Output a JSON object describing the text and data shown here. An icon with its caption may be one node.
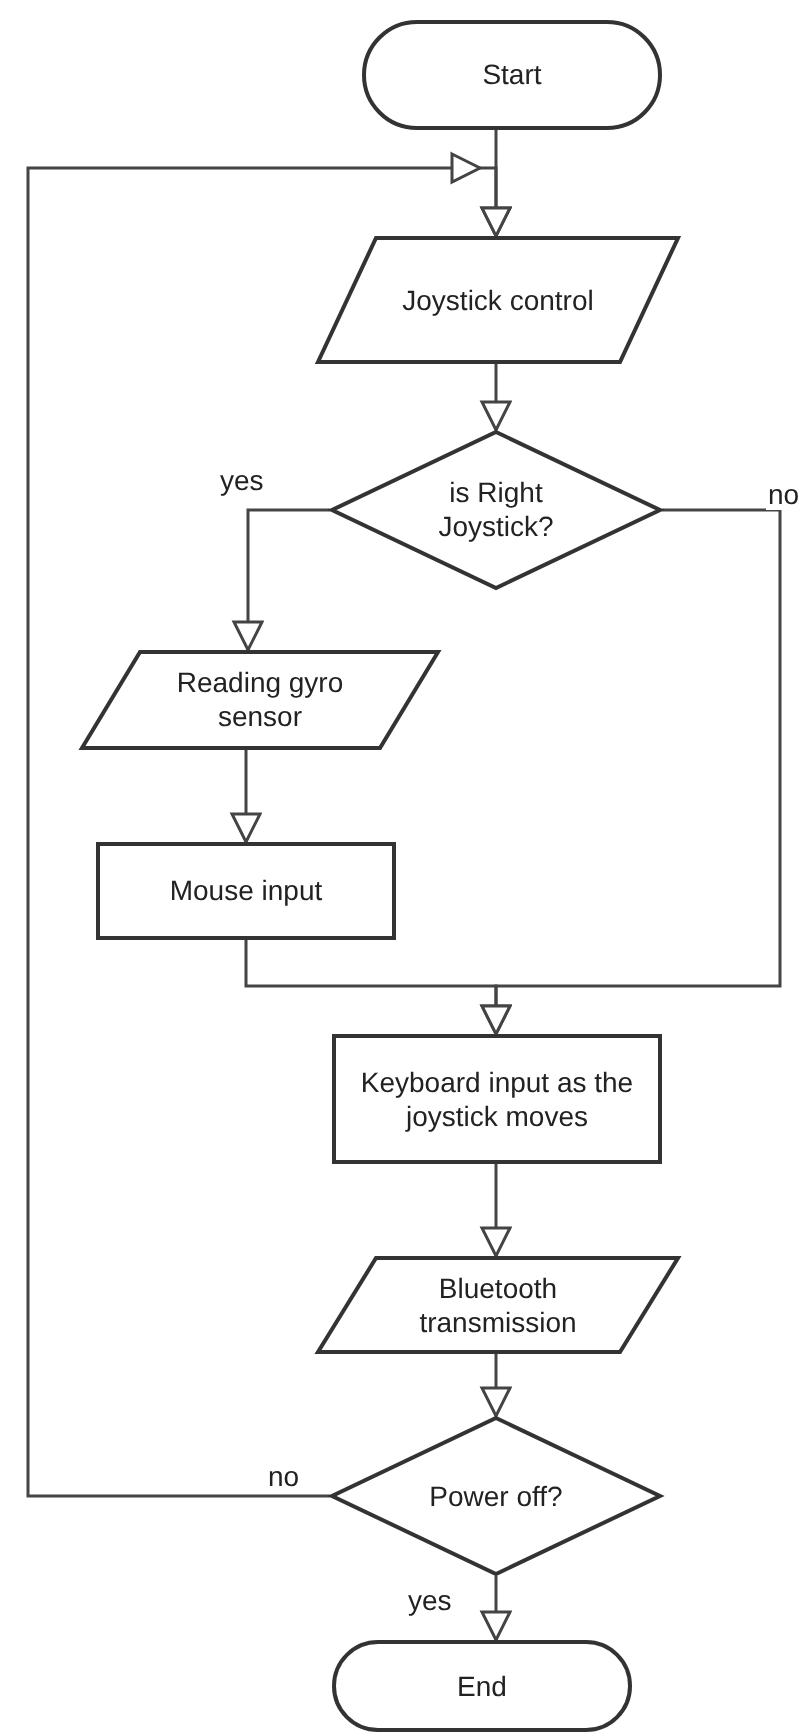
{
  "diagram": {
    "nodes": [
      {
        "text": [
          "Start"
        ]
      },
      {
        "text": [
          "Joystick control"
        ]
      },
      {
        "text": [
          "is Right Joystick?"
        ]
      },
      {
        "text": [
          "Reading gyro sensor"
        ]
      },
      {
        "text": [
          "Mouse input"
        ]
      },
      {
        "text": [
          "Keyboard input as the joystick moves"
        ]
      },
      {
        "text": [
          "Bluetooth transmission"
        ]
      },
      {
        "text": [
          "Power off?"
        ]
      },
      {
        "text": [
          "End"
        ]
      }
    ],
    "edges": [
      {
        "from": 0,
        "to": 1,
        "arrow": "to"
      },
      {
        "from": 1,
        "to": 2,
        "arrow": "to"
      },
      {
        "from": 2,
        "to": 3,
        "arrow": "to",
        "label": "yes"
      },
      {
        "from": 3,
        "to": 4,
        "arrow": "to"
      },
      {
        "from": 4,
        "to": 5,
        "arrow": "to"
      },
      {
        "from": 2,
        "to": 5,
        "arrow": "to",
        "label": "no"
      },
      {
        "from": 5,
        "to": 6,
        "arrow": "to"
      },
      {
        "from": 6,
        "to": 7,
        "arrow": "to"
      },
      {
        "from": 7,
        "to": 8,
        "arrow": "to",
        "label": "yes"
      },
      {
        "from": 7,
        "to": 1,
        "arrow": "to",
        "label": "no"
      }
    ]
  }
}
